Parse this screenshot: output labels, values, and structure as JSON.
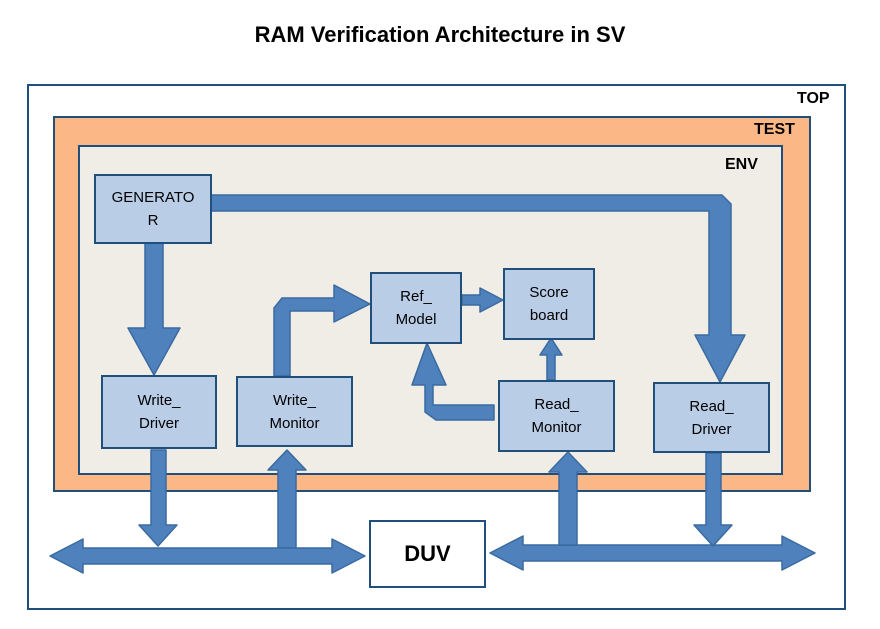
{
  "title": "RAM Verification Architecture in SV",
  "containers": {
    "top": "TOP",
    "test": "TEST",
    "env": "ENV"
  },
  "components": {
    "generator": "GENERATO\nR",
    "ref_model": "Ref_\nModel",
    "scoreboard": "Score\nboard",
    "write_driver": "Write_\nDriver",
    "write_monitor": "Write_\nMonitor",
    "read_monitor": "Read_\nMonitor",
    "read_driver": "Read_\nDriver",
    "duv": "DUV"
  },
  "colors": {
    "arrow": "#4f81bd",
    "arrow_outline": "#3a6aa0",
    "component_fill": "#b9cde6",
    "test_fill": "#fbb886",
    "env_fill": "#efede6",
    "border": "#1f4f7a"
  }
}
